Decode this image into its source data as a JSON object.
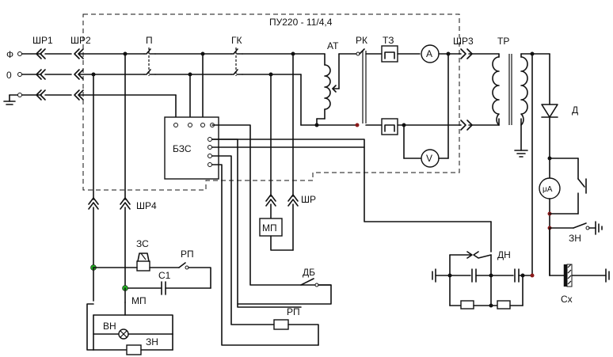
{
  "title": "ПУ220 - 11/4,4",
  "labels": {
    "phase": "Ф",
    "zero": "0",
    "shr1": "ШР1",
    "shr2": "ШР2",
    "p": "П",
    "gk": "ГК",
    "at": "АТ",
    "rk": "РК",
    "tz": "ТЗ",
    "ammeter": "A",
    "shr3": "ШР3",
    "tr": "ТР",
    "d": "Д",
    "voltmeter": "V",
    "bzs": "БЗС",
    "mp_box": "МП",
    "shr_mp": "ШР",
    "shr4": "ШР4",
    "zs": "ЗС",
    "rp_top": "РП",
    "c1": "С1",
    "mp": "МП",
    "vn": "ВН",
    "zn_left": "ЗН",
    "db": "ДБ",
    "rp_bottom": "РП",
    "dn": "ДН",
    "microammeter": "μA",
    "zn_right": "ЗН",
    "cx": "Сх"
  }
}
